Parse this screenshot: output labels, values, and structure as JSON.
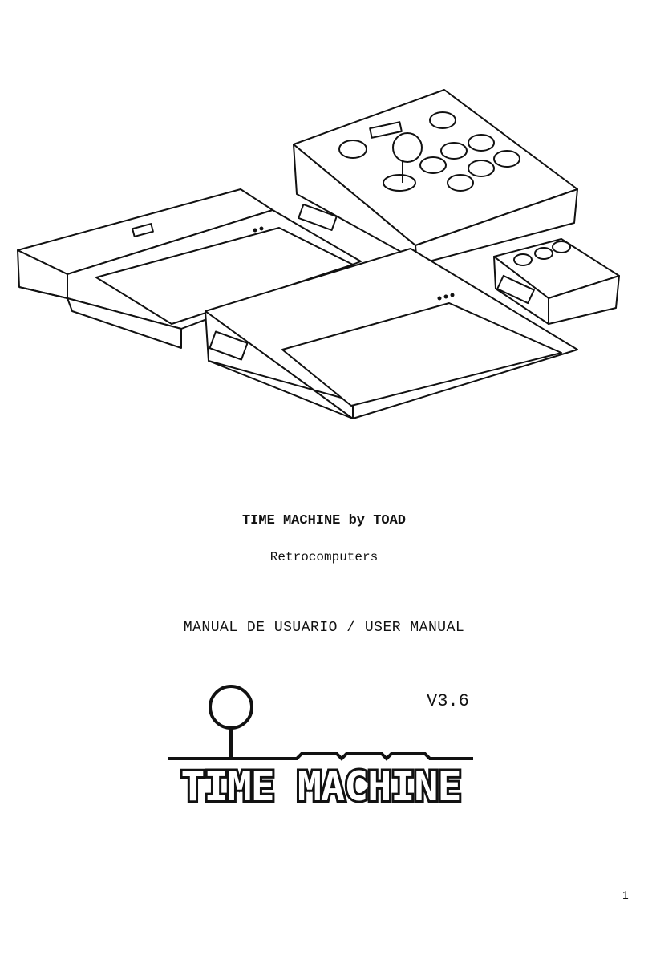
{
  "document": {
    "title": "TIME MACHINE by TOAD",
    "subtitle": "Retrocomputers",
    "manual_title": "MANUAL DE USUARIO / USER MANUAL",
    "version": "V3.6",
    "logo_text": "TIME MACHINE",
    "page_number": "1"
  },
  "colors": {
    "ink": "#111111",
    "paper": "#ffffff"
  },
  "icons": [
    "product-line-drawing",
    "joystick-logo-icon"
  ]
}
